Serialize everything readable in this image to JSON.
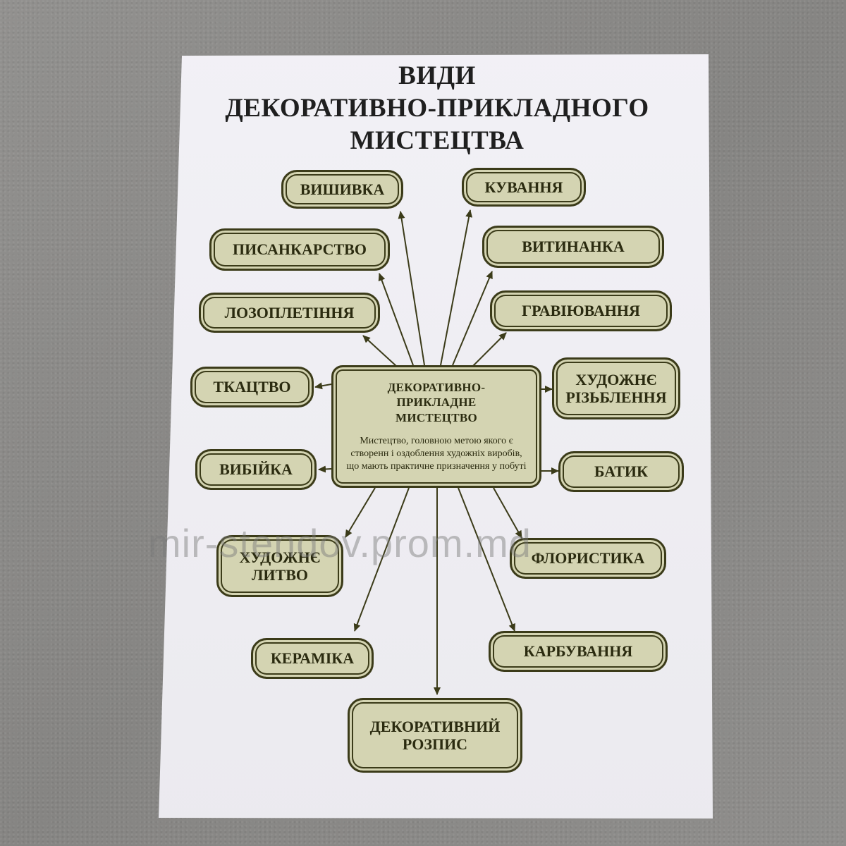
{
  "title": {
    "line1": "ВИДИ",
    "line2": "ДЕКОРАТИВНО-ПРИКЛАДНОГО",
    "line3": "МИСТЕЦТВА"
  },
  "center": {
    "title_line1": "ДЕКОРАТИВНО-",
    "title_line2": "ПРИКЛАДНЕ МИСТЕЦТВО",
    "description": "Мистецтво, головною метою якого є створенн і оздоблення художніх виробів, що мають практичне призначення у побуті"
  },
  "nodes": {
    "vyshyvka": "ВИШИВКА",
    "kuvannia": "КУВАННЯ",
    "pysankarstvo": "ПИСАНКАРСТВО",
    "vytynanka": "ВИТИНАНКА",
    "lozopletinnia": "ЛОЗОПЛЕТІННЯ",
    "graviuvannia": "ГРАВІЮВАННЯ",
    "tkatstvo": "ТКАЦТВО",
    "rizblennia_line1": "ХУДОЖНЄ",
    "rizblennia_line2": "РІЗЬБЛЕННЯ",
    "vybiika": "ВИБІЙКА",
    "batyk": "БАТИК",
    "lytvo_line1": "ХУДОЖНЄ",
    "lytvo_line2": "ЛИТВО",
    "florystyka": "ФЛОРИСТИКА",
    "keramika": "КЕРАМІКА",
    "karbuvannia": "КАРБУВАННЯ",
    "rozpys_line1": "ДЕКОРАТИВНИЙ",
    "rozpys_line2": "РОЗПИС"
  },
  "watermark": "mir-stendov.prom.md",
  "colors": {
    "node_fill": "#d4d4b2",
    "node_border": "#3b3b19",
    "sheet": "#efeef3",
    "background": "#8d8c8a"
  }
}
